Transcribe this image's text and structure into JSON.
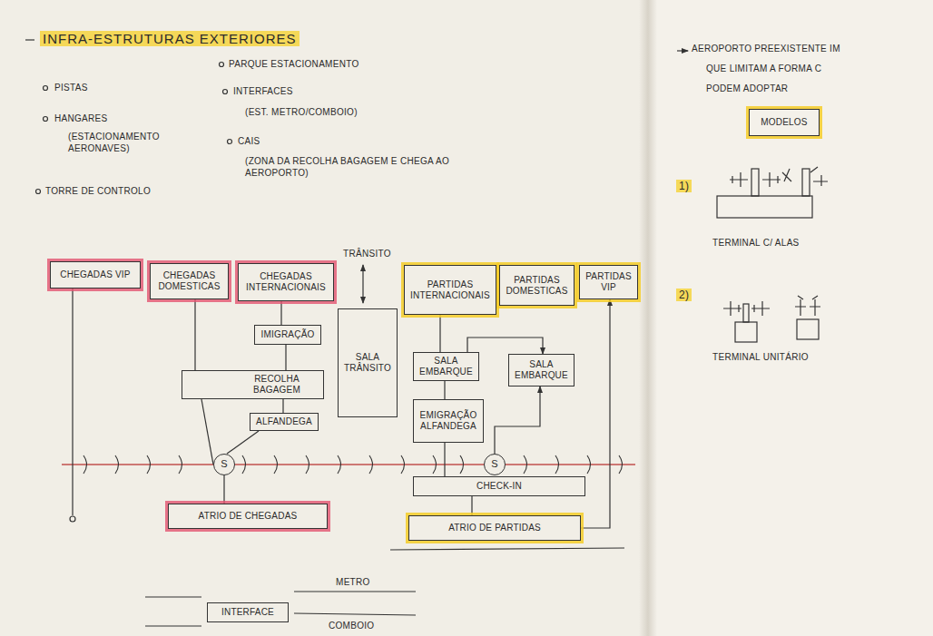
{
  "diagram": {
    "title": "INFRA-ESTRUTURAS EXTERIORES",
    "nodes": [
      {
        "text": [
          "CHEGADAS VIP"
        ]
      },
      {
        "text": [
          "CHEGADAS DOMESTICAS"
        ]
      },
      {
        "text": [
          "CHEGADAS INTERNACIONAIS"
        ]
      },
      {
        "text": [
          "IMIGRAÇÃO"
        ]
      },
      {
        "text": [
          "RECOLHA BAGAGEM"
        ]
      },
      {
        "text": [
          "ALFANDEGA"
        ]
      },
      {
        "text": [
          "SALA TRÂNSITO"
        ]
      },
      {
        "text": [
          "PARTIDAS INTERNACIONAIS"
        ]
      },
      {
        "text": [
          "PARTIDAS DOMESTICAS"
        ]
      },
      {
        "text": [
          "PARTIDAS VIP"
        ]
      },
      {
        "text": [
          "SALA EMBARQUE"
        ]
      },
      {
        "text": [
          "SALA EMBARQUE"
        ]
      },
      {
        "text": [
          "EMIGRAÇÃO ALFANDEGA"
        ]
      },
      {
        "text": [
          "S"
        ]
      },
      {
        "text": [
          "S"
        ]
      },
      {
        "text": [
          "CHECK-IN"
        ]
      },
      {
        "text": [
          "ATRIO DE CHEGADAS"
        ]
      },
      {
        "text": [
          "ATRIO DE PARTIDAS"
        ]
      },
      {
        "text": [
          "INTERFACE"
        ]
      },
      {
        "text": [
          "MODELOS"
        ]
      }
    ],
    "edges": [
      {
        "from": 2,
        "to": 3,
        "arrow": "none"
      },
      {
        "from": 3,
        "to": 4,
        "arrow": "none"
      },
      {
        "from": 1,
        "to": 4,
        "arrow": "none"
      },
      {
        "from": 4,
        "to": 5,
        "arrow": "none"
      },
      {
        "from": 5,
        "to": 13,
        "arrow": "none"
      },
      {
        "from": 4,
        "to": 13,
        "arrow": "none"
      },
      {
        "from": 13,
        "to": 16,
        "arrow": "none"
      },
      {
        "from": 7,
        "to": 10,
        "arrow": "none"
      },
      {
        "from": 10,
        "to": 11,
        "arrow": "to"
      },
      {
        "from": 12,
        "to": 10,
        "arrow": "none"
      },
      {
        "from": 14,
        "to": 11,
        "arrow": "to"
      },
      {
        "from": 15,
        "to": 12,
        "arrow": "none"
      },
      {
        "from": 17,
        "to": 15,
        "arrow": "none"
      },
      {
        "from": 17,
        "to": 9,
        "arrow": "to"
      }
    ],
    "labels": [
      "PISTAS",
      "HANGARES",
      "(ESTACIONAMENTO AERONAVES)",
      "TORRE DE CONTROLO",
      "PARQUE ESTACIONAMENTO",
      "INTERFACES",
      "(EST. METRO/COMBOIO)",
      "CAIS",
      "(ZONA DA RECOLHA BAGAGEM E CHEGA AO AEROPORTO)",
      "TRÂNSITO",
      "METRO",
      "COMBOIO",
      "AEROPORTO PREEXISTENTE IM",
      "QUE LIMITAM A FORMA C",
      "PODEM ADOPTAR",
      "1)",
      "TERMINAL C/ ALAS",
      "2)",
      "TERMINAL UNITÁRIO"
    ]
  }
}
